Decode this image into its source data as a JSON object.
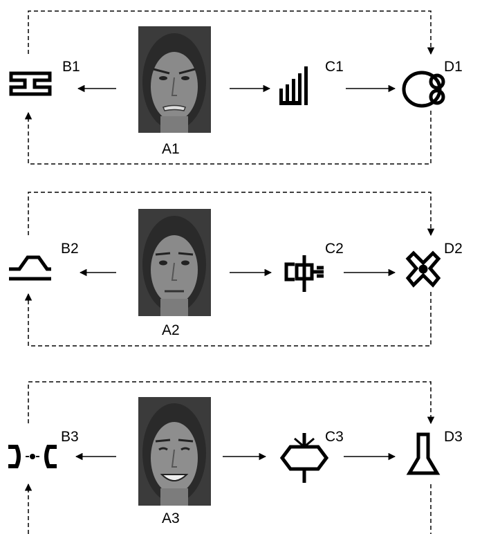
{
  "rows": [
    {
      "face_label": "A1",
      "face_expression": "angry",
      "b_label": "B1",
      "b_symbol": "stepped-block-icon",
      "c_label": "C1",
      "c_symbol": "ascending-bars-icon",
      "d_label": "D1",
      "d_symbol": "lobed-blob-icon"
    },
    {
      "face_label": "A2",
      "face_expression": "neutral",
      "b_label": "B2",
      "b_symbol": "trapezoid-bar-icon",
      "c_label": "C2",
      "c_symbol": "pipe-valve-icon",
      "d_label": "D2",
      "d_symbol": "x-cross-icon"
    },
    {
      "face_label": "A3",
      "face_expression": "happy",
      "b_label": "B3",
      "b_symbol": "brackets-dot-icon",
      "c_label": "C3",
      "c_symbol": "hexagon-stem-icon",
      "d_label": "D3",
      "d_symbol": "flask-icon"
    }
  ],
  "colors": {
    "line": "#000000",
    "face_bg": "#3a3a3a",
    "skin": "#8a8a8a",
    "hair": "#2a2a2a"
  }
}
